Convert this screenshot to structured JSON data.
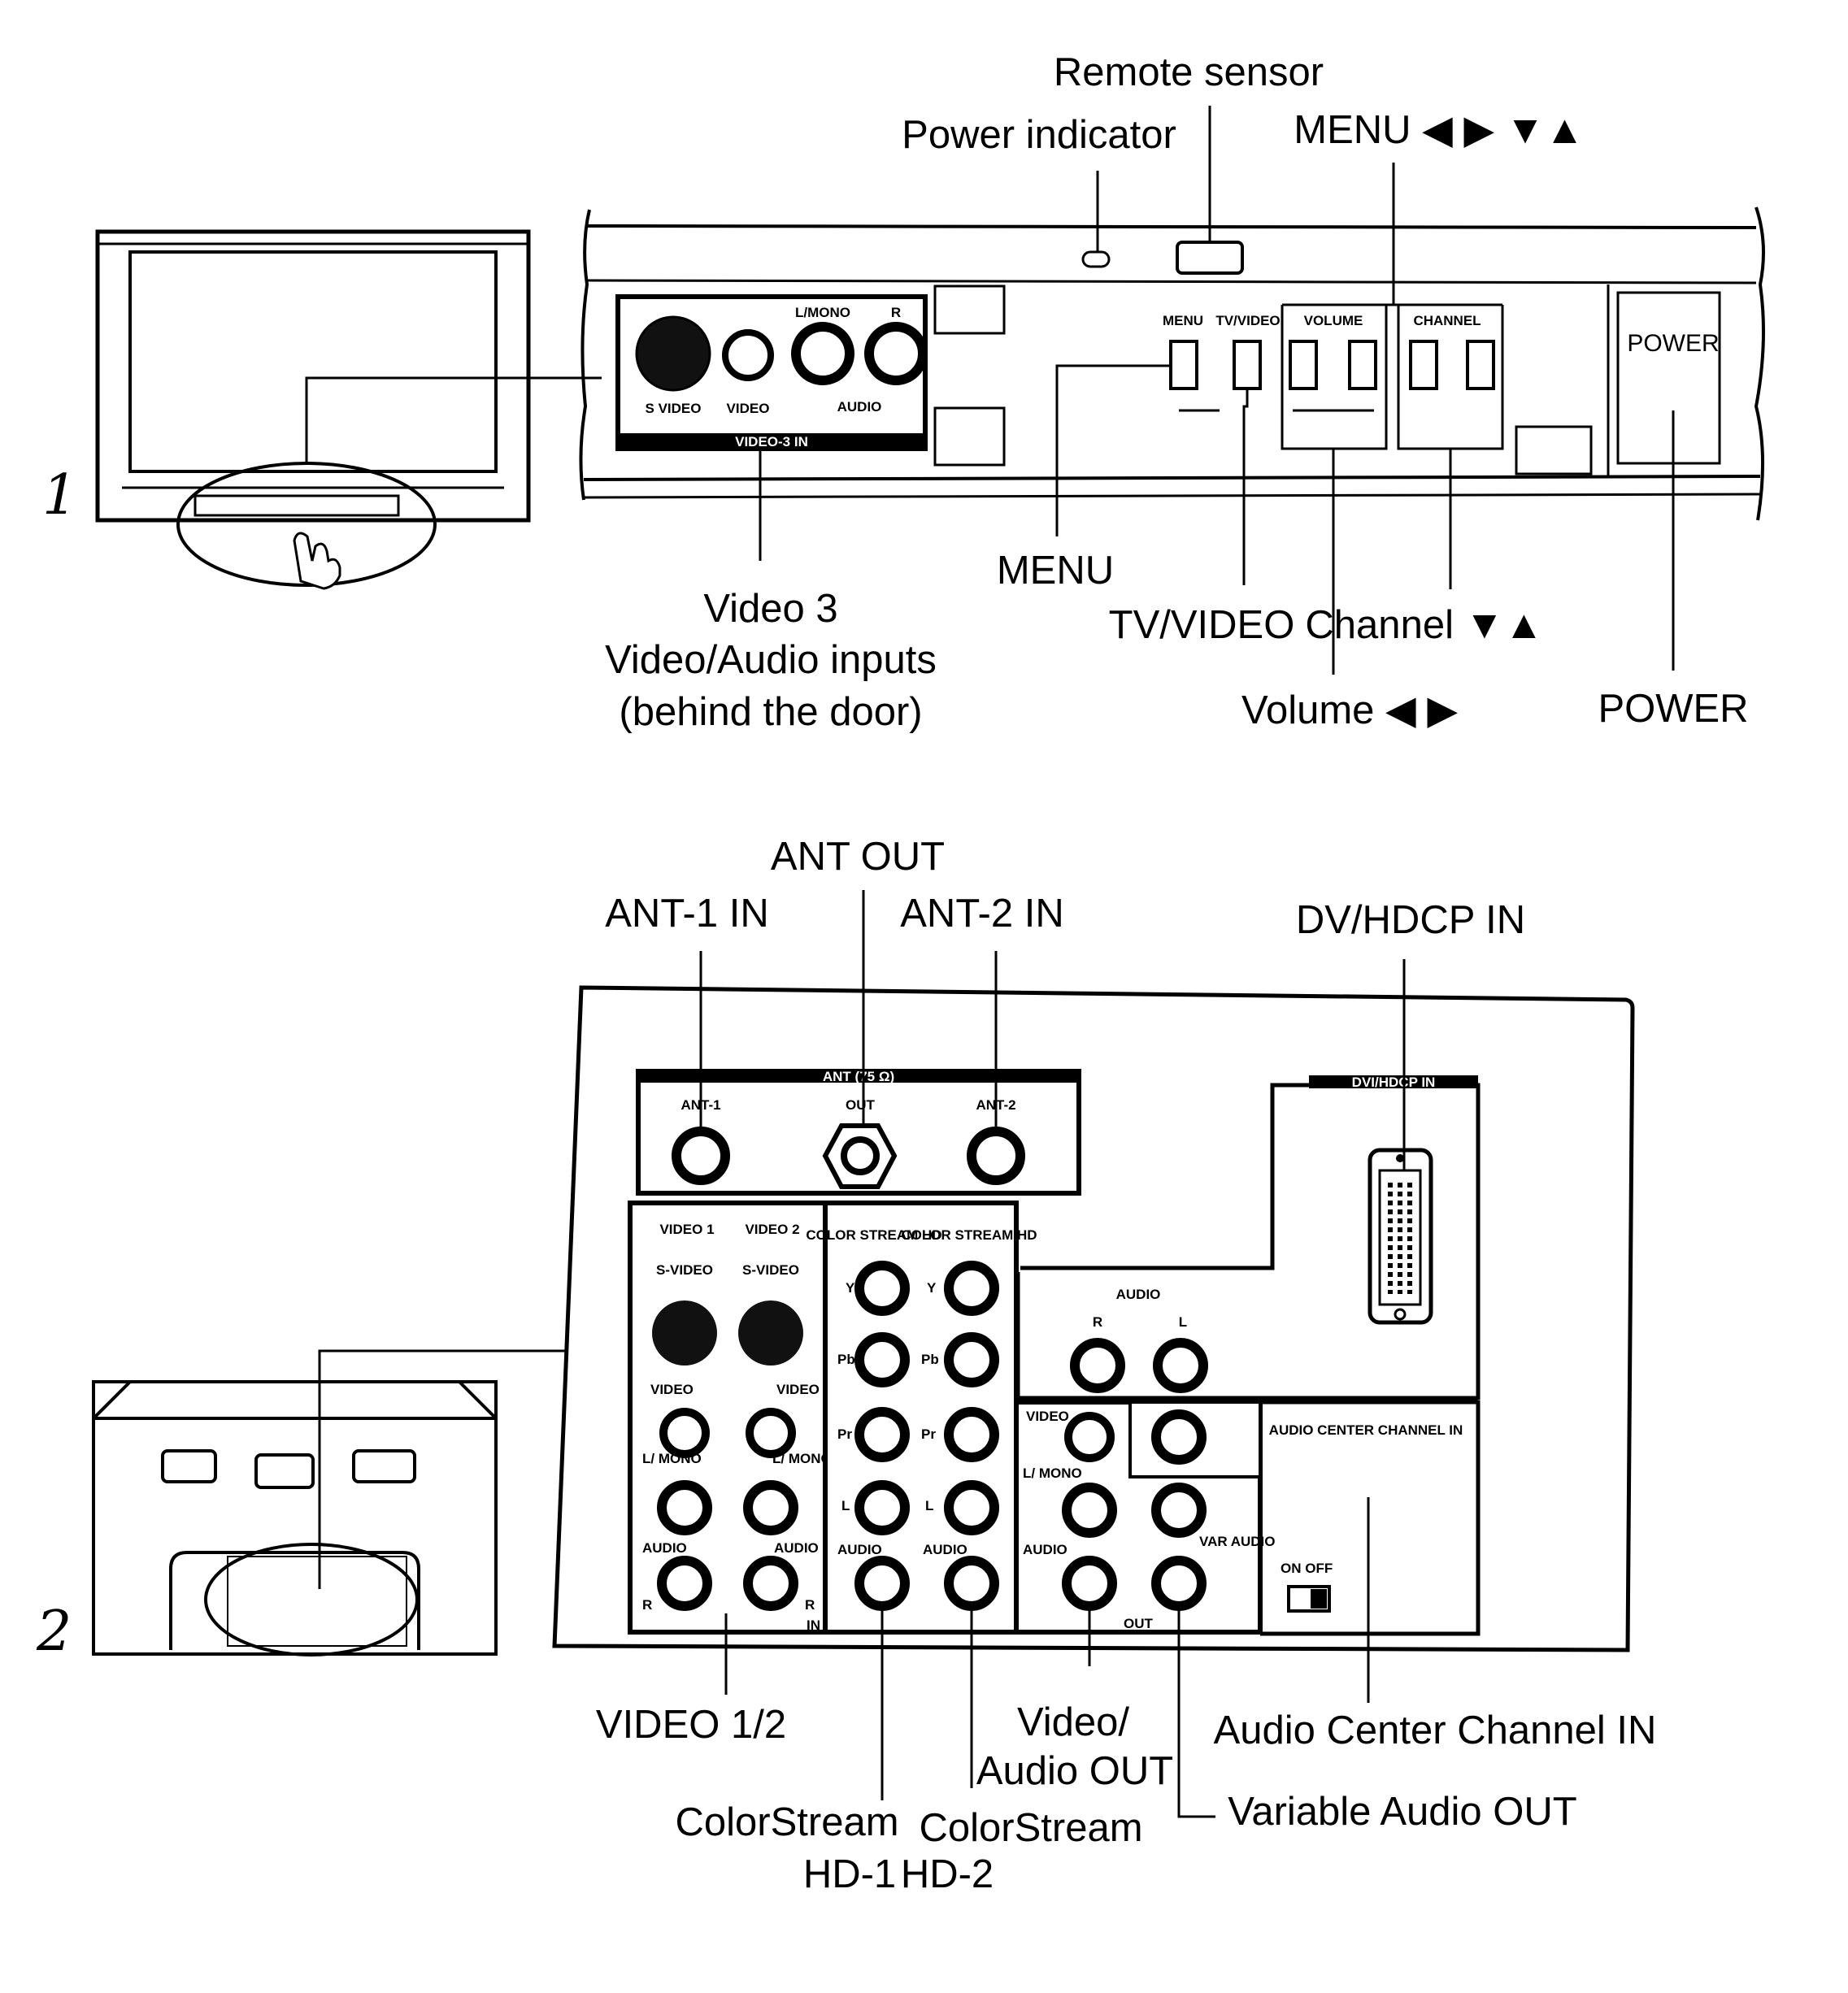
{
  "step_markers": [
    "1",
    "2"
  ],
  "front_panel": {
    "callouts": {
      "remote_sensor": "Remote sensor",
      "power_indicator": "Power indicator",
      "menu_arrows": "MENU ◀ ▶ ▼▲",
      "menu": "MENU",
      "tv_video": "TV/VIDEO",
      "channel": "Channel ▼▲",
      "volume": "Volume ◀ ▶",
      "power": "POWER",
      "video3_line1": "Video 3",
      "video3_line2": "Video/Audio inputs",
      "video3_line3": "(behind the door)"
    },
    "panel_text": {
      "s_video": "S VIDEO",
      "video": "VIDEO",
      "l_mono": "L/MONO",
      "r": "R",
      "audio": "AUDIO",
      "video3_in": "VIDEO-3 IN",
      "menu_btn": "MENU",
      "tv_video_btn": "TV/VIDEO",
      "volume_btn": "VOLUME",
      "channel_btn": "CHANNEL",
      "power_btn": "POWER"
    }
  },
  "rear_panel": {
    "callouts": {
      "ant_out": "ANT OUT",
      "ant1_in": "ANT-1 IN",
      "ant2_in": "ANT-2 IN",
      "dvi_hdcp_in": "DV/HDCP IN",
      "video_12": "VIDEO 1/2",
      "colorstream_hd1_line1": "ColorStream",
      "colorstream_hd1_line2": "HD-1",
      "colorstream_hd2_line1": "ColorStream",
      "colorstream_hd2_line2": "HD-2",
      "video_audio_out_line1": "Video/",
      "video_audio_out_line2": "Audio OUT",
      "audio_center_channel_in": "Audio Center Channel IN",
      "variable_audio_out": "Variable Audio OUT"
    },
    "panel_text": {
      "ant_header": "ANT (75 Ω)",
      "ant1": "ANT-1",
      "out": "OUT",
      "ant2": "ANT-2",
      "dvi_header": "DVI/HDCP IN",
      "video1": "VIDEO 1",
      "video2": "VIDEO 2",
      "s_video": "S-VIDEO",
      "video": "VIDEO",
      "l_mono": "L/ MONO",
      "audio": "AUDIO",
      "colorstream": "COLOR STREAM HD",
      "y": "Y",
      "pb": "Pb",
      "pr": "Pr",
      "l": "L",
      "r": "R",
      "in": "IN",
      "audio_header": "AUDIO",
      "audio_center": "AUDIO CENTER CHANNEL IN",
      "on_off": "ON OFF",
      "var_audio": "VAR AUDIO",
      "out_footer": "OUT"
    }
  }
}
